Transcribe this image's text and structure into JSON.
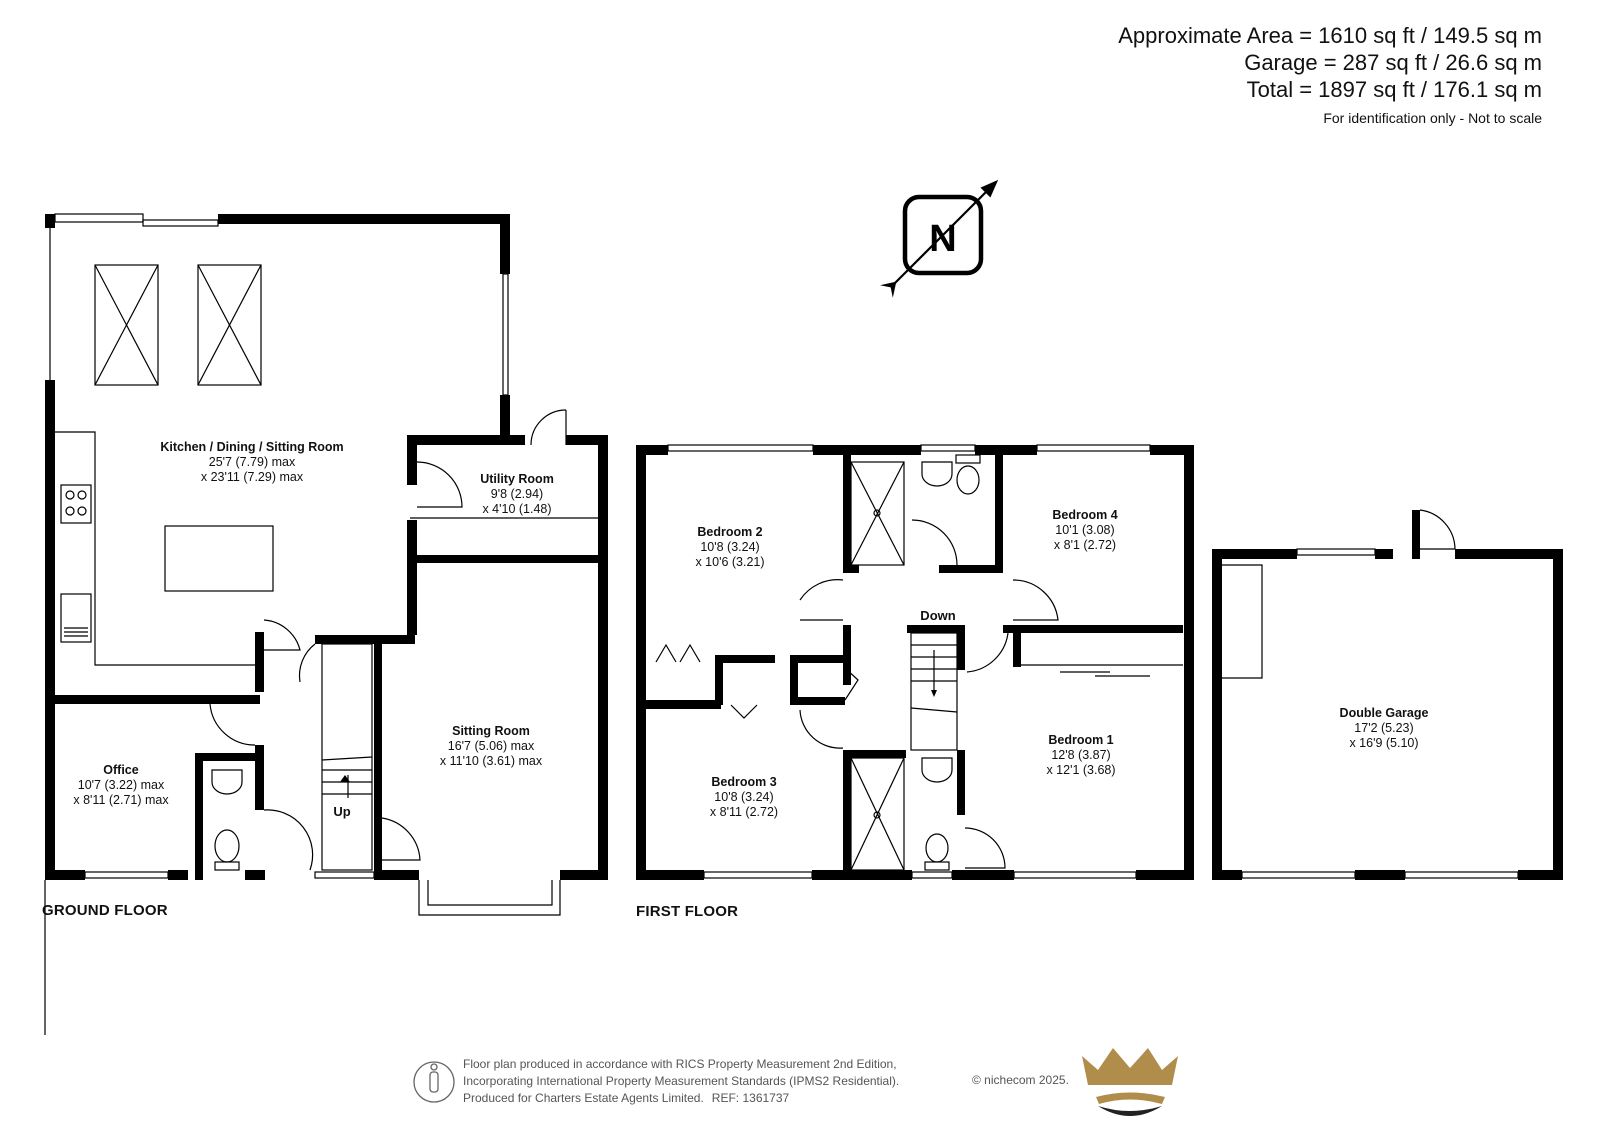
{
  "summary": {
    "approx_area": "Approximate Area = 1610 sq ft / 149.5 sq m",
    "garage_area": "Garage = 287 sq ft / 26.6 sq m",
    "total_area": "Total = 1897 sq ft / 176.1 sq m",
    "note": "For identification only - Not to scale"
  },
  "compass": {
    "letter": "N"
  },
  "floors": {
    "ground": "GROUND FLOOR",
    "first": "FIRST FLOOR"
  },
  "rooms": {
    "kitchen": {
      "name": "Kitchen / Dining / Sitting Room",
      "dim1": "25'7 (7.79) max",
      "dim2": "x 23'11 (7.29) max"
    },
    "utility": {
      "name": "Utility Room",
      "dim1": "9'8 (2.94)",
      "dim2": "x 4'10 (1.48)"
    },
    "sitting": {
      "name": "Sitting Room",
      "dim1": "16'7 (5.06) max",
      "dim2": "x 11'10 (3.61) max"
    },
    "office": {
      "name": "Office",
      "dim1": "10'7 (3.22) max",
      "dim2": "x 8'11 (2.71) max"
    },
    "bedroom2": {
      "name": "Bedroom 2",
      "dim1": "10'8 (3.24)",
      "dim2": "x 10'6 (3.21)"
    },
    "bedroom3": {
      "name": "Bedroom 3",
      "dim1": "10'8 (3.24)",
      "dim2": "x 8'11 (2.72)"
    },
    "bedroom4": {
      "name": "Bedroom 4",
      "dim1": "10'1 (3.08)",
      "dim2": "x 8'1 (2.72)"
    },
    "bedroom1": {
      "name": "Bedroom 1",
      "dim1": "12'8 (3.87)",
      "dim2": "x 12'1 (3.68)"
    },
    "garage": {
      "name": "Double Garage",
      "dim1": "17'2 (5.23)",
      "dim2": "x 16'9 (5.10)"
    }
  },
  "stairs": {
    "up": "Up",
    "down": "Down"
  },
  "footer": {
    "line1": "Floor plan produced in accordance with RICS Property Measurement 2nd Edition,",
    "line2": "Incorporating International Property Measurement Standards (IPMS2 Residential).",
    "line3": "Produced for Charters Estate Agents Limited.",
    "ref": "REF: 1361737",
    "copyright": "© nichecom 2025."
  },
  "colors": {
    "wall": "#000000",
    "logo_gold": "#b08d4a",
    "text_grey": "#555555"
  },
  "icons": [
    "compass-north-icon",
    "person-icon",
    "crown-logo-icon"
  ]
}
